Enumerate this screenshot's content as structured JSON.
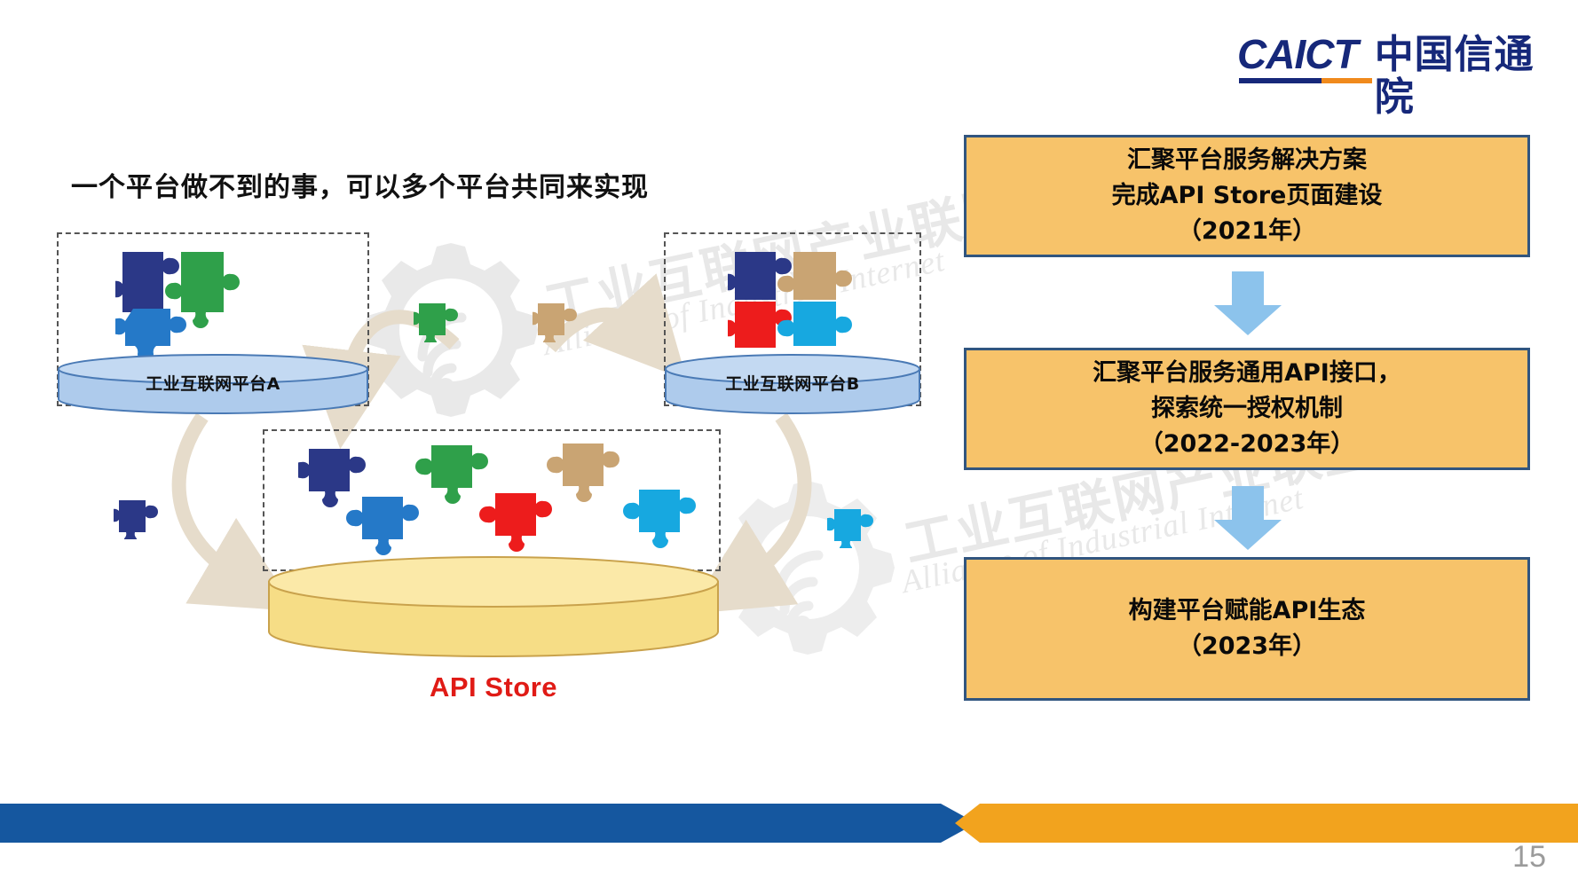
{
  "logo": {
    "mark_text": "CAICT",
    "institute_name": "中国信通院",
    "brand_blue": "#16287a",
    "brand_orange": "#f08a1c"
  },
  "title": "一个平台做不到的事，可以多个平台共同来实现",
  "watermark": {
    "cn": "工业互联网产业联盟",
    "en": "Alliance of Industrial Internet"
  },
  "diagram": {
    "platform_a": {
      "label": "工业互联网平台A",
      "fill": "#aecbec"
    },
    "platform_b": {
      "label": "工业互联网平台B",
      "fill": "#aecbec"
    },
    "api_store": {
      "label": "API Store",
      "fill": "#f6dd86",
      "text_color": "#e01b16"
    },
    "puzzle_colors": {
      "navy": "#2b3887",
      "blue": "#2579c8",
      "green": "#2fa04a",
      "red": "#ed1c1c",
      "tan": "#c9a473",
      "cyan": "#17a8e0"
    }
  },
  "roadmap": {
    "box_fill": "#f7c36a",
    "box_border": "#31557f",
    "arrow_fill": "#8cc3ec",
    "stages": [
      {
        "id": "stage-2021",
        "lines": [
          "汇聚平台服务解决方案",
          "完成API Store页面建设",
          "（2021年）"
        ]
      },
      {
        "id": "stage-2022-2023",
        "lines": [
          "汇聚平台服务通用API接口，",
          "探索统一授权机制",
          "（2022-2023年）"
        ]
      },
      {
        "id": "stage-2023",
        "lines": [
          "构建平台赋能API生态",
          "（2023年）"
        ]
      }
    ]
  },
  "footer": {
    "page_number": "15",
    "bar_blue": "#15579f",
    "bar_orange": "#f2a31e"
  }
}
